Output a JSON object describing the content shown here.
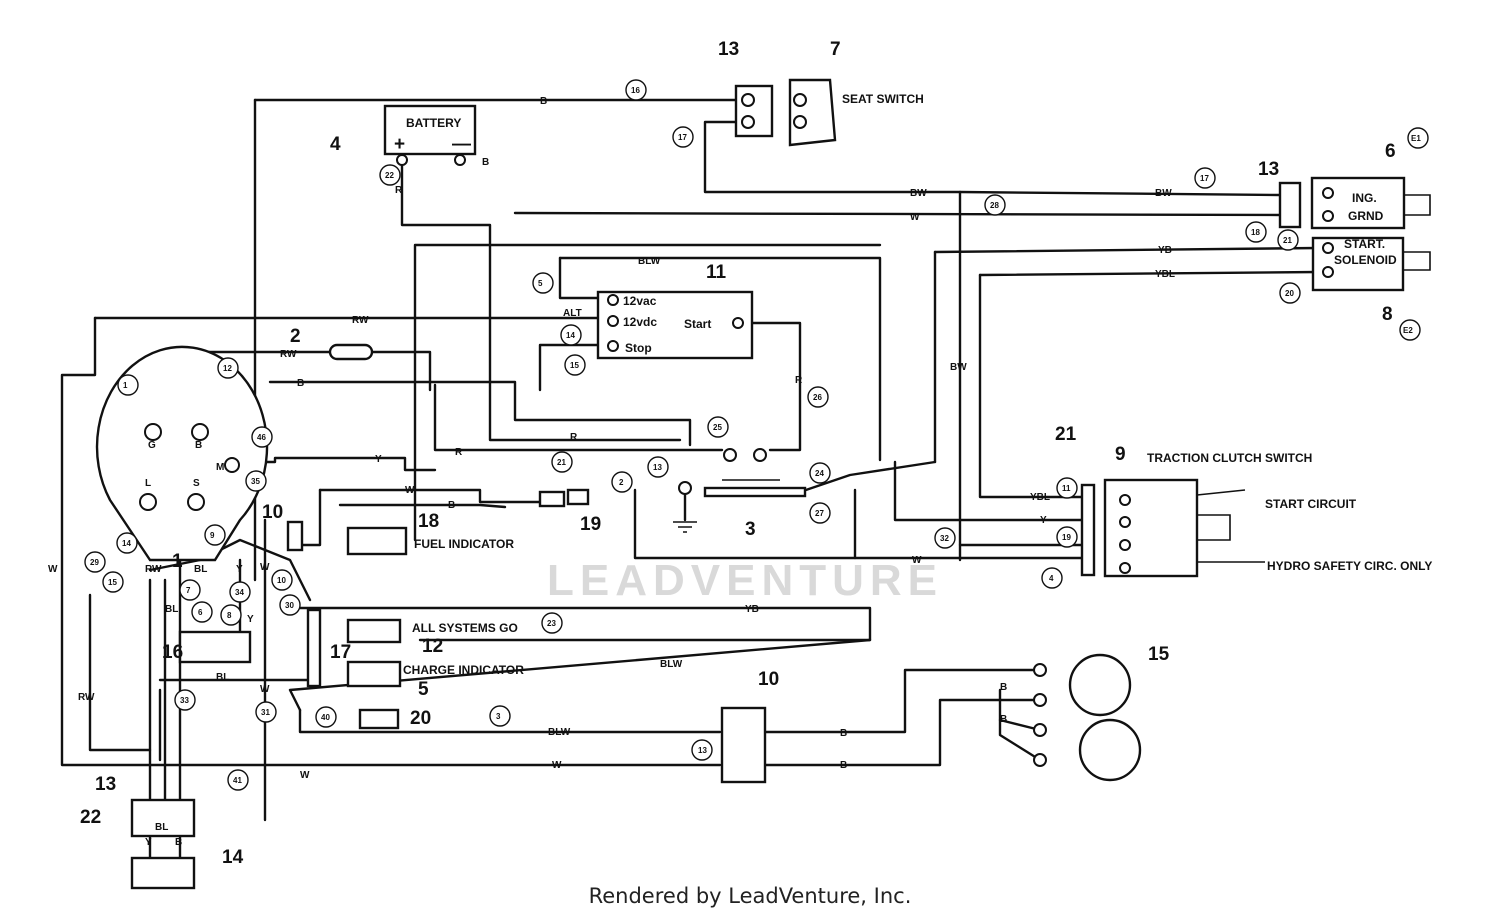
{
  "components": {
    "seat_switch": "SEAT SWITCH",
    "battery": "BATTERY",
    "battery_pos": "+",
    "battery_neg": "—",
    "ign_grnd_1": "ING.",
    "ign_grnd_2": "GRND",
    "start_solenoid_1": "START.",
    "start_solenoid_2": "SOLENOID",
    "module_12vac": "12vac",
    "module_12vdc": "12vdc",
    "module_start": "Start",
    "module_stop": "Stop",
    "traction_clutch_switch": "TRACTION CLUTCH SWITCH",
    "start_circuit": "START CIRCUIT",
    "hydro_safety": "HYDRO SAFETY CIRC. ONLY",
    "fuel_indicator": "FUEL INDICATOR",
    "all_systems_go": "ALL SYSTEMS GO",
    "charge_indicator": "CHARGE INDICATOR",
    "switch_g": "G",
    "switch_b": "B",
    "switch_m": "M",
    "switch_l": "L",
    "switch_s": "S"
  },
  "callouts": {
    "c1": "1",
    "c2": "2",
    "c3": "3",
    "c4": "4",
    "c5": "5",
    "c6": "6",
    "c7": "7",
    "c8": "8",
    "c9": "9",
    "c10a": "10",
    "c10b": "10",
    "c11": "11",
    "c12": "12",
    "c13a": "13",
    "c13b": "13",
    "c13c": "13",
    "c14": "14",
    "c15": "15",
    "c16": "16",
    "c17": "17",
    "c18": "18",
    "c19": "19",
    "c20": "20",
    "c21": "21",
    "c22": "22",
    "e1": "E1",
    "e2": "E2"
  },
  "wires": {
    "b_top": "B",
    "bw_1": "BW",
    "bw_2": "BW",
    "w_1": "W",
    "yb_top": "YB",
    "ybl_top": "YBL",
    "blw_top": "BLW",
    "alt": "ALT",
    "rw_1": "RW",
    "rw_2": "RW",
    "b_2": "B",
    "y_1": "Y",
    "r_1": "R",
    "r_2": "R",
    "r_3": "R",
    "bw_v": "BW",
    "ybl_2": "YBL",
    "y_2": "Y",
    "w_2": "W",
    "yb_2": "YB",
    "blw_2": "BLW",
    "blw_3": "BLW",
    "w_3": "W",
    "b_3": "B",
    "b_4": "B",
    "b_5": "B",
    "b_6": "B",
    "w_left": "W",
    "rw_left": "RW",
    "bl_1": "BL",
    "bl_2": "BL",
    "bl_3": "BL",
    "y_3": "Y",
    "w_4": "W",
    "w_5": "W",
    "w_6": "W",
    "y_4": "Y",
    "rw_3": "RW",
    "bl_4": "BL",
    "r_4": "R",
    "b_7": "B",
    "b_8": "B",
    "b_bat": "B",
    "w_7": "W",
    "y_5": "Y"
  },
  "wire_numbers": {
    "n16": "16",
    "n17a": "17",
    "n17b": "17",
    "n28": "28",
    "n18": "18",
    "n21a": "21",
    "n20": "20",
    "n5": "5",
    "n14a": "14",
    "n15a": "15",
    "n22a": "22",
    "n12": "12",
    "n1": "1",
    "n46": "46",
    "n35": "35",
    "n26": "26",
    "n25": "25",
    "n21b": "21",
    "n13": "13",
    "n2": "2",
    "n24": "24",
    "n27": "27",
    "n11": "11",
    "n19": "19",
    "n14b": "14",
    "n15b": "15",
    "n7": "7",
    "n6": "6",
    "n8": "8",
    "n9": "9",
    "n10": "10",
    "n30": "30",
    "n23": "23",
    "n4": "4",
    "n3": "3",
    "n32": "32",
    "n41": "41",
    "n40": "40",
    "n31": "31",
    "n33": "33",
    "n34": "34",
    "n29": "29",
    "n13c": "13"
  },
  "watermark": "LEADVENTURE",
  "footer": "Rendered by LeadVenture, Inc."
}
